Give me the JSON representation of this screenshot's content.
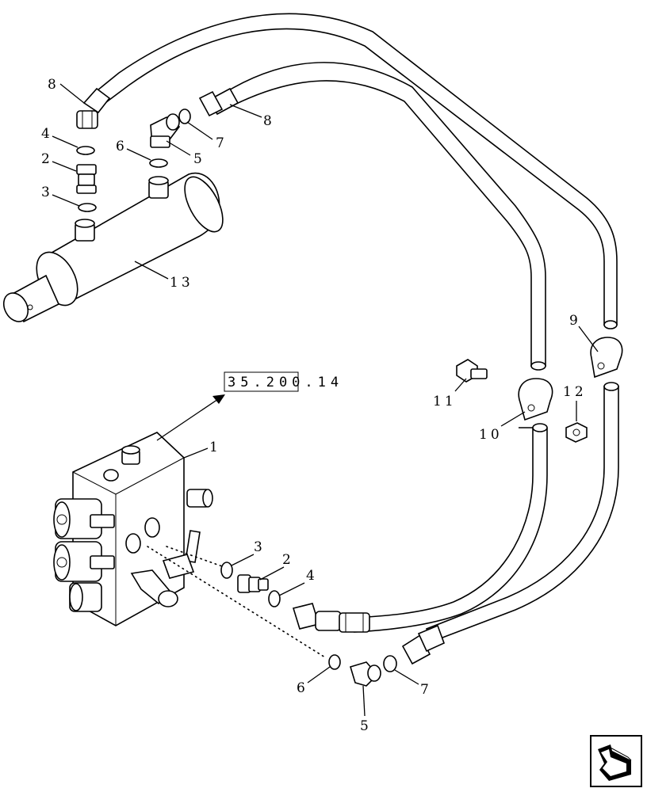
{
  "reference": "35.200.14",
  "callouts": {
    "c1": "1",
    "c2a": "2",
    "c2b": "2",
    "c3a": "3",
    "c3b": "3",
    "c4a": "4",
    "c4b": "4",
    "c5a": "5",
    "c5b": "5",
    "c6a": "6",
    "c6b": "6",
    "c7a": "7",
    "c7b": "7",
    "c8a": "8",
    "c8b": "8",
    "c9": "9",
    "c10": "10",
    "c11": "11",
    "c12": "12",
    "c13": "13"
  },
  "icons": {
    "nav": "next-page-arrow-icon"
  }
}
